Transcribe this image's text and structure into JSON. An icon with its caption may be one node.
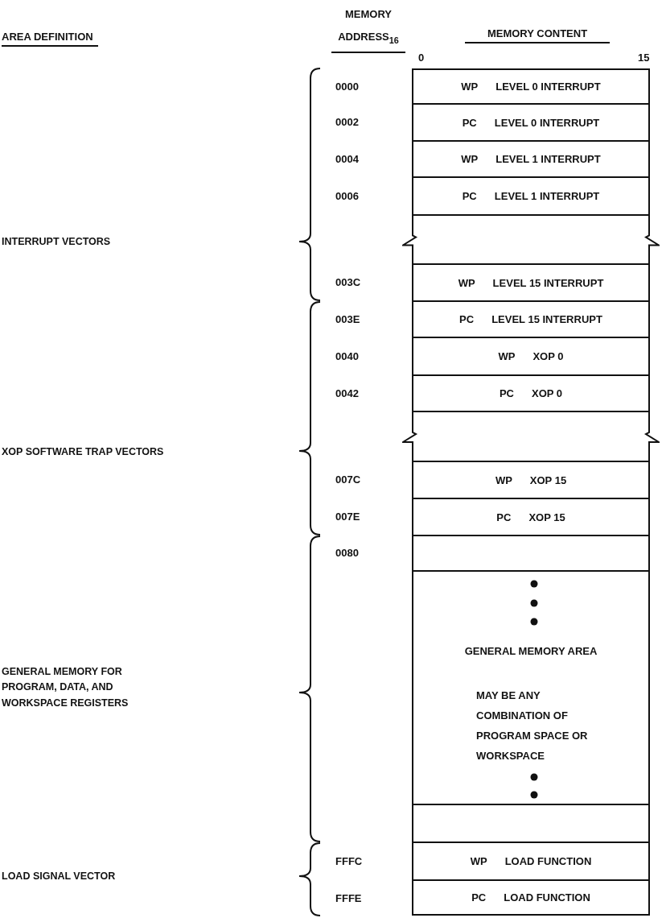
{
  "diagram": {
    "nodes": [
      {
        "text": [
          "WP",
          "LEVEL 0 INTERRUPT"
        ]
      },
      {
        "text": [
          "PC",
          "LEVEL 0 INTERRUPT"
        ]
      },
      {
        "text": [
          "WP",
          "LEVEL 1 INTERRUPT"
        ]
      },
      {
        "text": [
          "PC",
          "LEVEL 1 INTERRUPT"
        ]
      },
      {
        "text": [],
        "shape": "break"
      },
      {
        "text": [
          "WP",
          "LEVEL 15 INTERRUPT"
        ]
      },
      {
        "text": [
          "PC",
          "LEVEL 15 INTERRUPT"
        ]
      },
      {
        "text": [
          "WP",
          "XOP 0"
        ]
      },
      {
        "text": [
          "PC",
          "XOP 0"
        ]
      },
      {
        "text": [],
        "shape": "break"
      },
      {
        "text": [
          "WP",
          "XOP 15"
        ]
      },
      {
        "text": [
          "PC",
          "XOP 15"
        ]
      },
      {
        "text": [],
        "shape": "box"
      },
      {
        "text": [
          "GENERAL MEMORY AREA",
          "MAY BE ANY COMBINATION OF PROGRAM SPACE OR WORKSPACE"
        ]
      },
      {
        "text": [],
        "shape": "box"
      },
      {
        "text": [
          "WP",
          "LOAD FUNCTION"
        ]
      },
      {
        "text": [
          "PC",
          "LOAD FUNCTION"
        ]
      }
    ],
    "labels": [
      "AREA DEFINITION",
      "MEMORY ADDRESS$_{16}$",
      "MEMORY CONTENT",
      "0",
      "15",
      "0000",
      "0002",
      "0004",
      "0006",
      "INTERRUPT VECTORS",
      "003C",
      "003E",
      "0040",
      "0042",
      "XOP SOFTWARE TRAP VECTORS",
      "007C",
      "007E",
      "0080",
      "GENERAL MEMORY FOR PROGRAM, DATA, AND WORKSPACE REGISTERS",
      "LOAD SIGNAL VECTOR",
      "FFFC",
      "FFFE"
    ]
  }
}
